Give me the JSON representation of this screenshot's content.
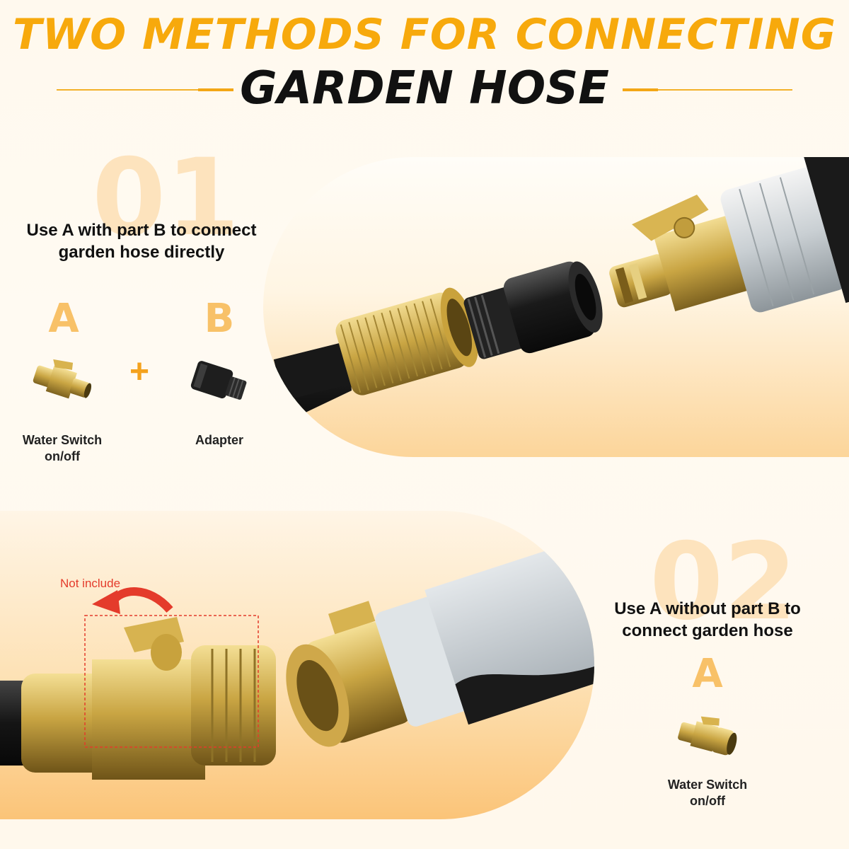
{
  "header": {
    "title_line1": "TWO METHODS FOR CONNECTING",
    "title_line2": "GARDEN HOSE"
  },
  "method1": {
    "number": "01",
    "description_line1": "Use A with part B to connect",
    "description_line2": "garden hose directly",
    "letter_a": "A",
    "letter_b": "B",
    "plus": "+",
    "part_a_label_line1": "Water Switch",
    "part_a_label_line2": "on/off",
    "part_b_label": "Adapter"
  },
  "method2": {
    "number": "02",
    "description_line1": "Use A without part B to",
    "description_line2": "connect garden hose",
    "letter_a": "A",
    "part_a_label_line1": "Water Switch",
    "part_a_label_line2": "on/off",
    "not_include": "Not include"
  },
  "colors": {
    "accent": "#f7a90c",
    "brass": "#c9a543",
    "hose": "#1b1b1b",
    "red": "#e43b2b"
  }
}
